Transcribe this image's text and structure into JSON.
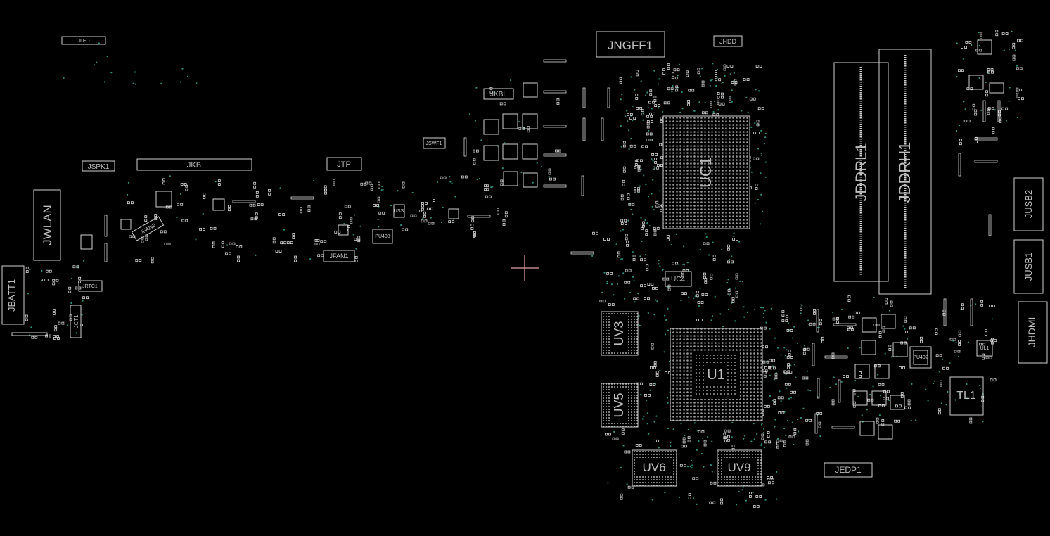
{
  "board": {
    "background": "#000000",
    "outline_color": "#cfcfcf",
    "via_color": "#2e8b7a",
    "cursor_color": "#e6a0a6"
  },
  "components": {
    "jled": "JLED",
    "jngff1": "JNGFF1",
    "jhdd": "JHDD",
    "jkbl": "JKBL",
    "jswf1": "JSWF1",
    "jspk1": "JSPK1",
    "jkb": "JKB",
    "jtp": "JTP",
    "jwlan": "JWLAN",
    "jfan2": "JFAN2",
    "jfan1": "JFAN1",
    "jrtc1": "JRTC1",
    "jbatt1": "JBATT1",
    "jct1": "JCT1",
    "uc1": "UC1",
    "uc4": "UC4",
    "jddrl1": "JDDRL1",
    "jddrh1": "JDDRH1",
    "jusb2": "JUSB2",
    "jusb1": "JUSB1",
    "jhdmi": "JHDMI",
    "uv3": "UV3",
    "uv5": "UV5",
    "u1": "U1",
    "uv6": "UV6",
    "uv9": "UV9",
    "tl1": "TL1",
    "jedp1": "JEDP1",
    "ul1": "UL1",
    "pu402": "PU402",
    "pu403": "PU403",
    "uss": "USS"
  }
}
